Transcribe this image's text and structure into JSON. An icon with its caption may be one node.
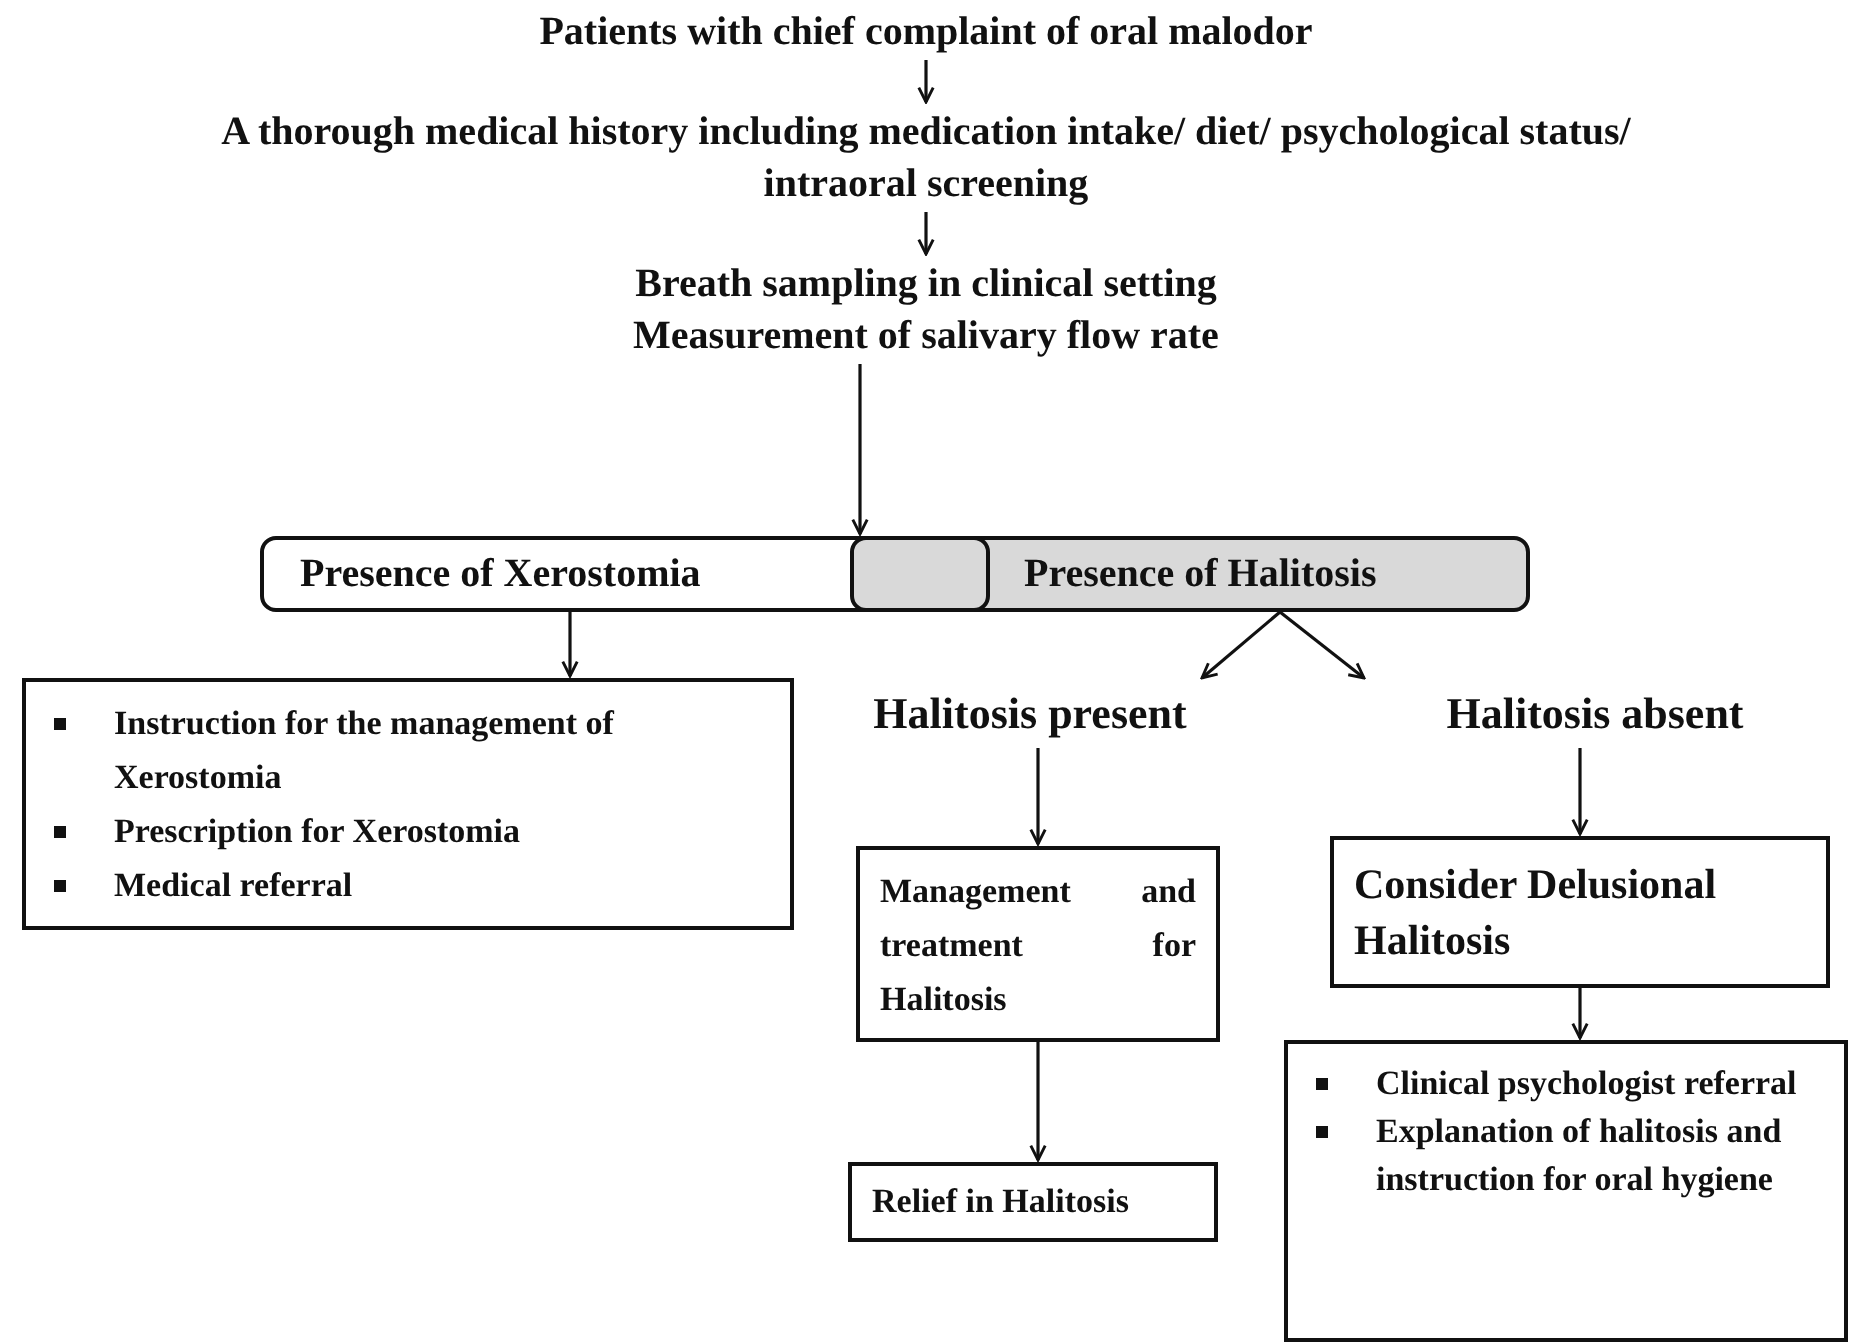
{
  "diagram": {
    "nodes": [
      {
        "text": [
          "Patients with chief complaint of oral malodor"
        ]
      },
      {
        "text": [
          "A thorough medical history including medication intake/ diet/ psychological status/ intraoral screening"
        ]
      },
      {
        "text": [
          "Breath sampling in clinical setting",
          "Measurement of salivary flow rate"
        ]
      },
      {
        "text": [
          "Presence of Xerostomia"
        ]
      },
      {
        "text": [
          "Presence of Halitosis"
        ]
      },
      {
        "text": [
          "Instruction for the management of Xerostomia",
          "Prescription for Xerostomia",
          "Medical referral"
        ]
      },
      {
        "text": [
          "Halitosis present"
        ]
      },
      {
        "text": [
          "Halitosis absent"
        ]
      },
      {
        "text": [
          "Management and treatment for Halitosis"
        ]
      },
      {
        "text": [
          "Relief in Halitosis"
        ]
      },
      {
        "text": [
          "Consider Delusional Halitosis"
        ]
      },
      {
        "text": [
          "Clinical psychologist referral",
          "Explanation of halitosis and instruction for oral hygiene"
        ]
      }
    ],
    "edges": [
      {
        "from": 0,
        "to": 1,
        "arrow": "to"
      },
      {
        "from": 1,
        "to": 2,
        "arrow": "to"
      },
      {
        "from": 2,
        "to": 3,
        "arrow": "to"
      },
      {
        "from": 3,
        "to": 5,
        "arrow": "to"
      },
      {
        "from": 4,
        "to": 6,
        "arrow": "to"
      },
      {
        "from": 4,
        "to": 7,
        "arrow": "to"
      },
      {
        "from": 6,
        "to": 8,
        "arrow": "to"
      },
      {
        "from": 8,
        "to": 9,
        "arrow": "to"
      },
      {
        "from": 7,
        "to": 10,
        "arrow": "to"
      },
      {
        "from": 10,
        "to": 11,
        "arrow": "to"
      }
    ]
  }
}
